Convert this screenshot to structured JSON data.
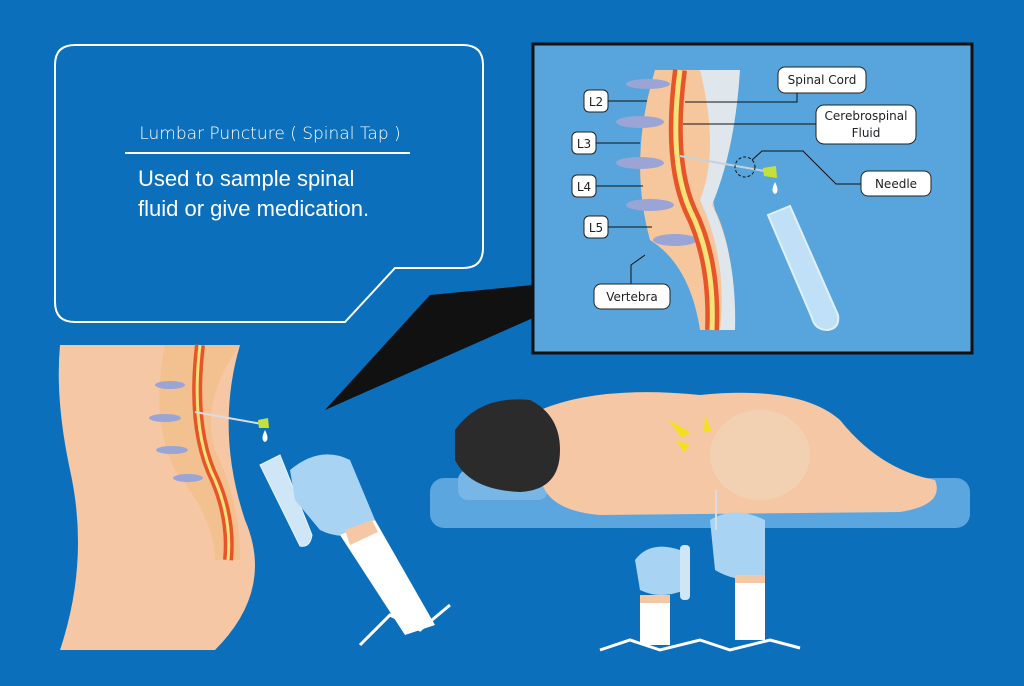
{
  "callout": {
    "title": "Lumbar Puncture ( Spinal Tap )",
    "body_line1": "Used to sample spinal",
    "body_line2": "fluid or give medication."
  },
  "inset_labels": {
    "l2": "L2",
    "l3": "L3",
    "l4": "L4",
    "l5": "L5",
    "vertebra": "Vertebra",
    "spinal_cord": "Spinal Cord",
    "csf_line1": "Cerebrospinal",
    "csf_line2": "Fluid",
    "needle": "Needle"
  },
  "colors": {
    "background": "#0b6fbb",
    "inset_background": "#57a5dc",
    "skin": "#f6c7a4",
    "spinal_cord": "#e8542a",
    "csf": "#f4e27a",
    "glove": "#a9d3f2"
  }
}
